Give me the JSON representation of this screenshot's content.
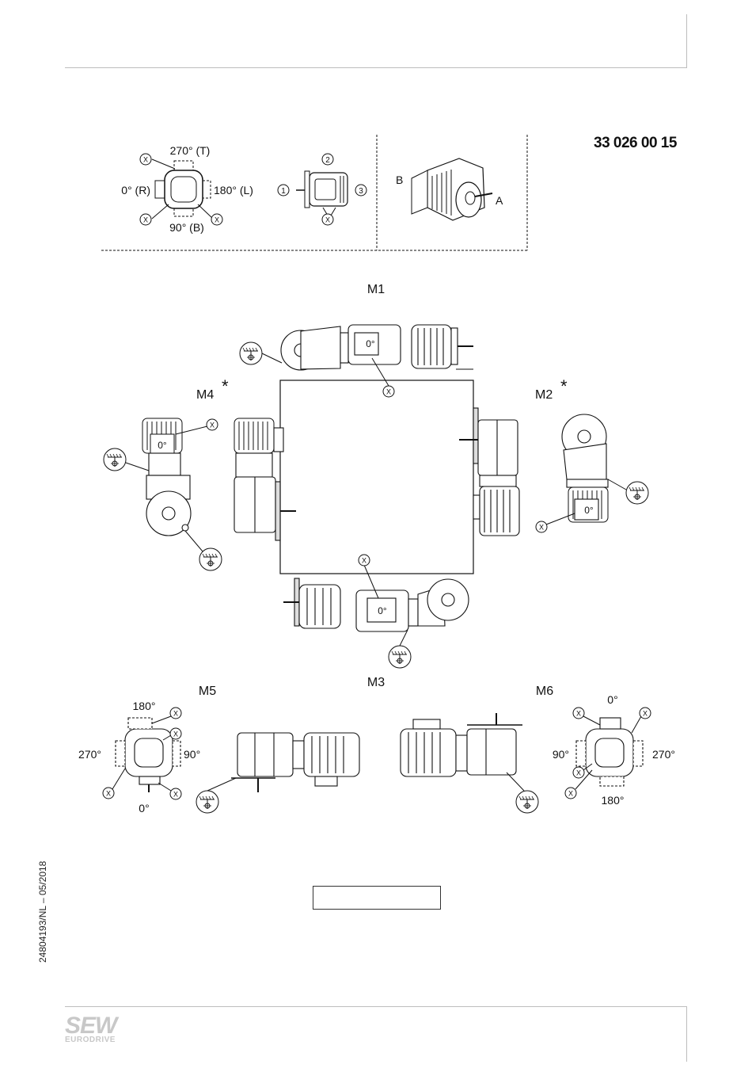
{
  "header": {},
  "document_number": "33 026 00 15",
  "side_text": "24804193/NL – 05/2018",
  "logo": {
    "main": "SEW",
    "sub": "EURODRIVE"
  },
  "legend": {
    "terminal_positions": {
      "top": "270° (T)",
      "left": "0° (R)",
      "right": "180° (L)",
      "bottom": "90° (B)"
    },
    "cable_entries": [
      "1",
      "2",
      "3"
    ],
    "breather_marker": "X",
    "sides": {
      "back": "B",
      "front": "A"
    }
  },
  "positions": {
    "m1": {
      "label": "M1",
      "terminal": "0°"
    },
    "m2": {
      "label": "M2",
      "star": "*",
      "terminal": "0°"
    },
    "m3": {
      "label": "M3",
      "terminal": "0°"
    },
    "m4": {
      "label": "M4",
      "star": "*",
      "terminal": "0°"
    },
    "m5": {
      "label": "M5",
      "angles": [
        "180°",
        "270°",
        "90°",
        "0°"
      ]
    },
    "m6": {
      "label": "M6",
      "angles": [
        "0°",
        "90°",
        "270°",
        "180°"
      ]
    }
  }
}
